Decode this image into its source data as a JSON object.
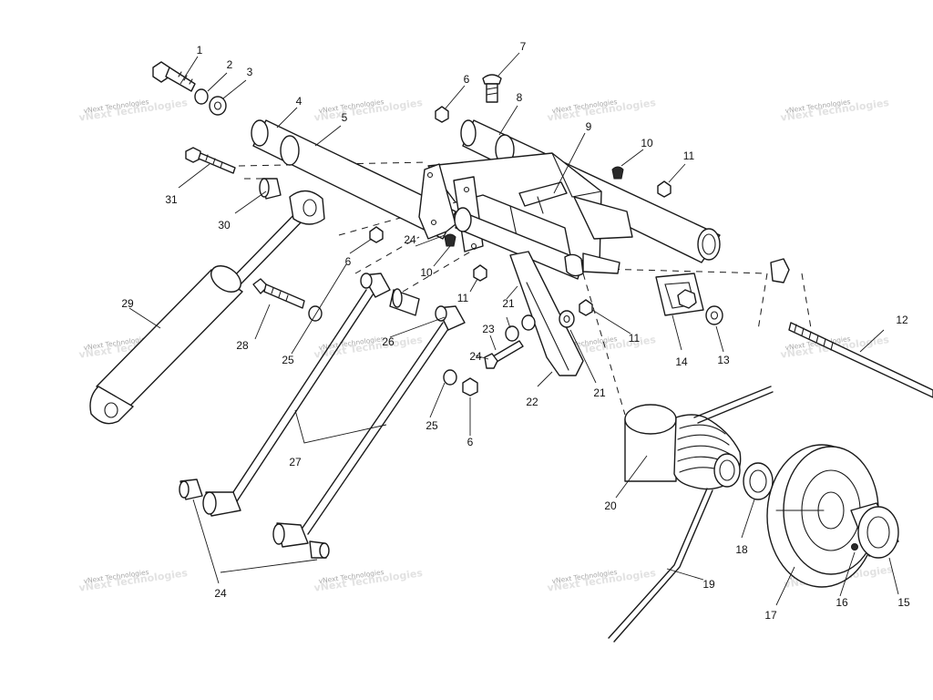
{
  "watermark_text": "vNext Technologies",
  "callouts": [
    "1",
    "2",
    "3",
    "4",
    "5",
    "6",
    "6",
    "6",
    "7",
    "8",
    "9",
    "10",
    "10",
    "11",
    "11",
    "11",
    "12",
    "13",
    "14",
    "15",
    "16",
    "17",
    "18",
    "19",
    "20",
    "21",
    "21",
    "22",
    "23",
    "24",
    "24",
    "24",
    "25",
    "25",
    "26",
    "27",
    "28",
    "29",
    "30",
    "31"
  ]
}
